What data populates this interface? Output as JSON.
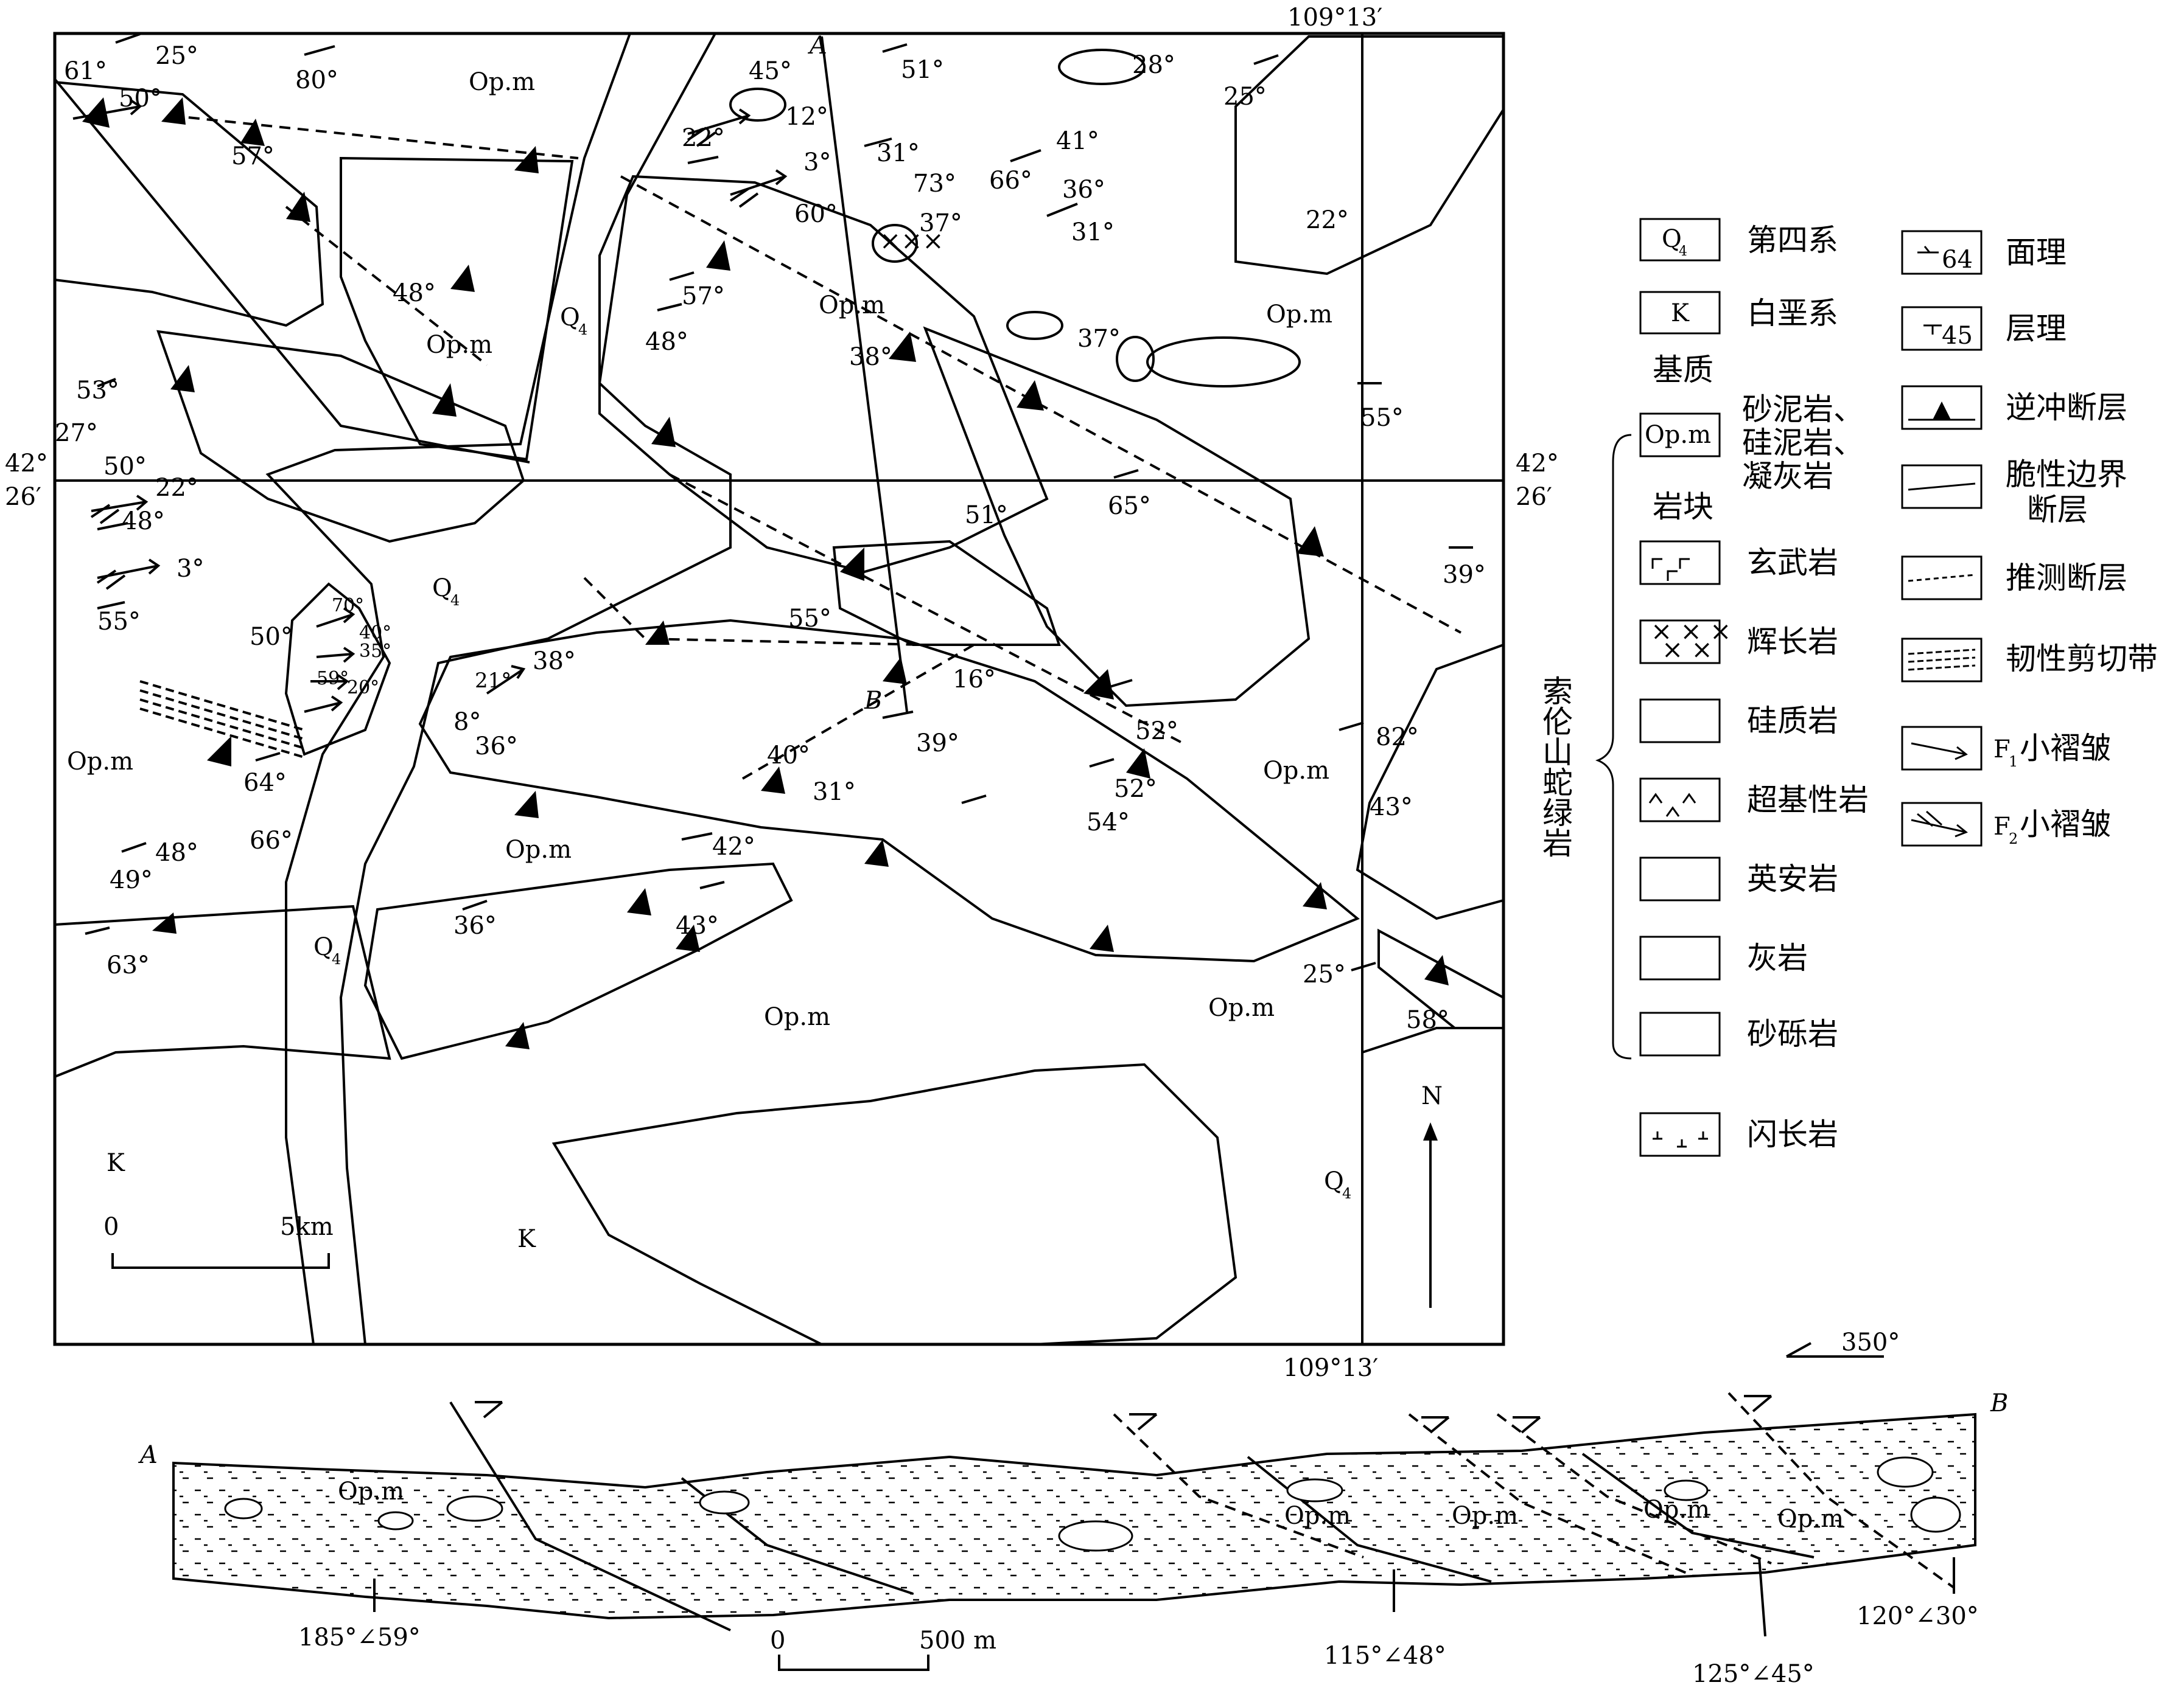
{
  "coords": {
    "lon_top": "109°13′",
    "lon_bottom": "109°13′",
    "lat_left": [
      "42°",
      "26′"
    ],
    "lat_right": [
      "42°",
      "26′"
    ]
  },
  "section_points": {
    "a": "A",
    "b": "B"
  },
  "units": {
    "opm": "Op.m",
    "q4": "Q",
    "q4_sub": "4",
    "k": "K"
  },
  "attitudes": {
    "a61": "61°",
    "a25a": "25°",
    "a50a": "50°",
    "a80": "80°",
    "a57a": "57°",
    "a45": "45°",
    "a12": "12°",
    "a51a": "51°",
    "a28": "28°",
    "a25b": "25°",
    "a22a": "22°",
    "a3a": "3°",
    "a60": "60°",
    "a31a": "31°",
    "a73": "73°",
    "a41": "41°",
    "a66a": "66°",
    "a36a": "36°",
    "a31b": "31°",
    "a37a": "37°",
    "a22b": "22°",
    "a48a": "48°",
    "a57b": "57°",
    "a48b": "48°",
    "a38a": "38°",
    "a37b": "37°",
    "a55a": "55°",
    "a53": "53°",
    "a27": "27°",
    "a50b": "50°",
    "a22c": "22°",
    "a48c": "48°",
    "a3b": "3°",
    "a55b": "55°",
    "a65": "65°",
    "a51b": "51°",
    "a39a": "39°",
    "a50c": "50°",
    "a70": "70°",
    "a40a": "40°",
    "a35": "35°",
    "a59": "59°",
    "a20": "20°",
    "a38b": "38°",
    "a21": "21°",
    "a8": "8°",
    "a36b": "36°",
    "a55c": "55°",
    "a16": "16°",
    "a52a": "52°",
    "a39b": "39°",
    "a40b": "40°",
    "a31c": "31°",
    "a82": "82°",
    "a52b": "52°",
    "a43a": "43°",
    "a54": "54°",
    "a64": "64°",
    "a66b": "66°",
    "a48d": "48°",
    "a49": "49°",
    "a42": "42°",
    "a36c": "36°",
    "a43b": "43°",
    "a63": "63°",
    "a25c": "25°",
    "a58": "58°"
  },
  "scale_map": {
    "zero": "0",
    "end": "5km"
  },
  "north": "N",
  "legend": {
    "q4_label": "第四系",
    "q4_box": "Q",
    "q4_sub": "4",
    "k_label": "白垩系",
    "k_box": "K",
    "matrix_title": "基质",
    "opm_box": "Op.m",
    "opm_label": [
      "砂泥岩、",
      "硅泥岩、",
      "凝灰岩"
    ],
    "blocks_title": "岩块",
    "basalt": "玄武岩",
    "gabbro": "辉长岩",
    "siliceous": "硅质岩",
    "ultrabasic": "超基性岩",
    "dacite": "英安岩",
    "limestone": "灰岩",
    "sandgravel": "砂砾岩",
    "diorite": "闪长岩",
    "foliation": "面理",
    "foliation_num": "64",
    "bedding": "层理",
    "bedding_num": "45",
    "thrust": "逆冲断层",
    "brittle": [
      "脆性边界",
      "断层"
    ],
    "inferred": "推测断层",
    "shear": "韧性剪切带",
    "f1": "小褶皱",
    "f1_prefix": "F",
    "f1_sub": "1",
    "f2": "小褶皱",
    "f2_prefix": "F",
    "f2_sub": "2",
    "ophiolite": "索伦山蛇绿岩"
  },
  "section": {
    "azimuth": "350°",
    "a": "A",
    "b": "B",
    "att1": "185°∠59°",
    "att2": "115°∠48°",
    "att3": "125°∠45°",
    "att4": "120°∠30°",
    "scale_zero": "0",
    "scale_end": "500 m",
    "opm_labels": [
      "Op.m",
      "Op.m",
      "Op.m",
      "Op.m",
      "Op.m"
    ]
  }
}
